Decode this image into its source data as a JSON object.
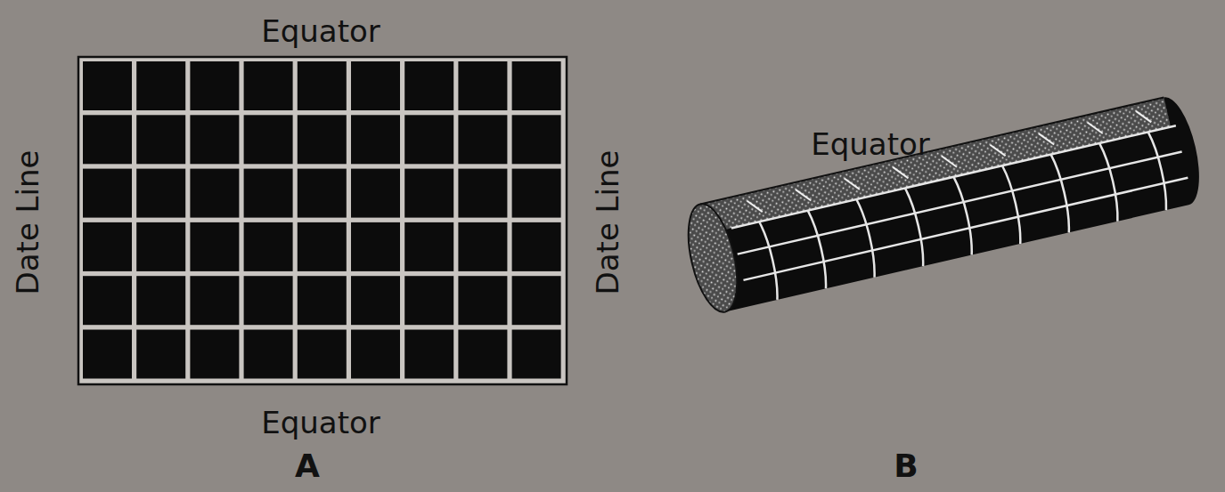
{
  "diagram": {
    "labels": [
      "Equator",
      "Date Line",
      "Date Line",
      "Equator",
      "A",
      "Equator",
      "B"
    ]
  }
}
